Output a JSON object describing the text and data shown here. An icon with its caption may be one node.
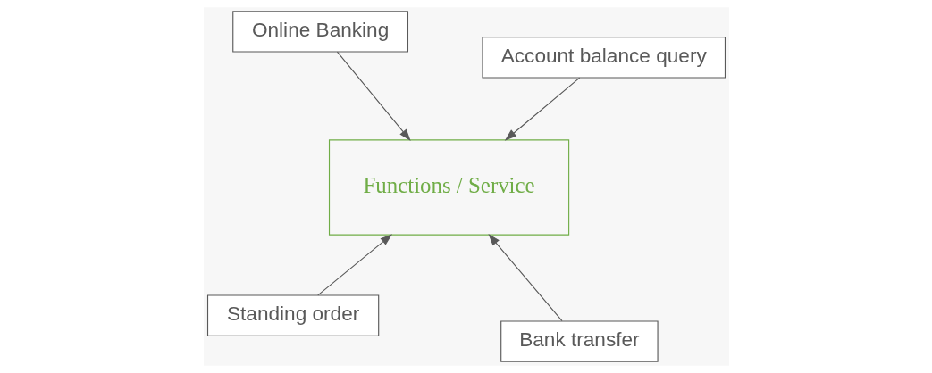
{
  "diagram": {
    "nodes": [
      {
        "text": [
          "Standing order"
        ]
      },
      {
        "text": [
          "Bank transfer"
        ]
      },
      {
        "text": [
          "Functions / Service"
        ]
      },
      {
        "text": [
          "Online Banking"
        ]
      },
      {
        "text": [
          "Account balance query"
        ]
      }
    ],
    "edges": [
      {
        "from": 0,
        "to": 2,
        "arrow": "to"
      },
      {
        "from": 1,
        "to": 2,
        "arrow": "to"
      },
      {
        "from": 3,
        "to": 2,
        "arrow": "to"
      },
      {
        "from": 4,
        "to": 2,
        "arrow": "to"
      }
    ]
  }
}
